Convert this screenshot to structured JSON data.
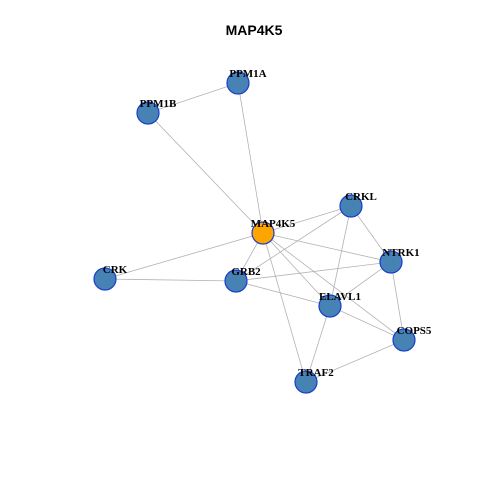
{
  "title": "MAP4K5",
  "colors": {
    "hub_fill": "#FFA500",
    "node_fill": "#4682B4",
    "node_stroke": "#1A3DCC",
    "edge": "#B3B3B3"
  },
  "nodes": [
    {
      "id": "MAP4K5",
      "label": "MAP4K5",
      "hub": true
    },
    {
      "id": "PPM1A",
      "label": "PPM1A"
    },
    {
      "id": "PPM1B",
      "label": "PPM1B"
    },
    {
      "id": "CRKL",
      "label": "CRKL"
    },
    {
      "id": "NTRK1",
      "label": "NTRK1"
    },
    {
      "id": "CRK",
      "label": "CRK"
    },
    {
      "id": "GRB2",
      "label": "GRB2"
    },
    {
      "id": "ELAVL1",
      "label": "ELAVL1"
    },
    {
      "id": "COPS5",
      "label": "COPS5"
    },
    {
      "id": "TRAF2",
      "label": "TRAF2"
    }
  ],
  "edges": [
    [
      "PPM1A",
      "PPM1B"
    ],
    [
      "PPM1A",
      "MAP4K5"
    ],
    [
      "PPM1B",
      "MAP4K5"
    ],
    [
      "MAP4K5",
      "CRKL"
    ],
    [
      "MAP4K5",
      "NTRK1"
    ],
    [
      "MAP4K5",
      "CRK"
    ],
    [
      "MAP4K5",
      "GRB2"
    ],
    [
      "MAP4K5",
      "ELAVL1"
    ],
    [
      "MAP4K5",
      "COPS5"
    ],
    [
      "MAP4K5",
      "TRAF2"
    ],
    [
      "CRKL",
      "GRB2"
    ],
    [
      "CRKL",
      "NTRK1"
    ],
    [
      "CRKL",
      "ELAVL1"
    ],
    [
      "NTRK1",
      "GRB2"
    ],
    [
      "NTRK1",
      "ELAVL1"
    ],
    [
      "NTRK1",
      "COPS5"
    ],
    [
      "CRK",
      "GRB2"
    ],
    [
      "GRB2",
      "ELAVL1"
    ],
    [
      "ELAVL1",
      "COPS5"
    ],
    [
      "ELAVL1",
      "TRAF2"
    ],
    [
      "COPS5",
      "TRAF2"
    ]
  ]
}
